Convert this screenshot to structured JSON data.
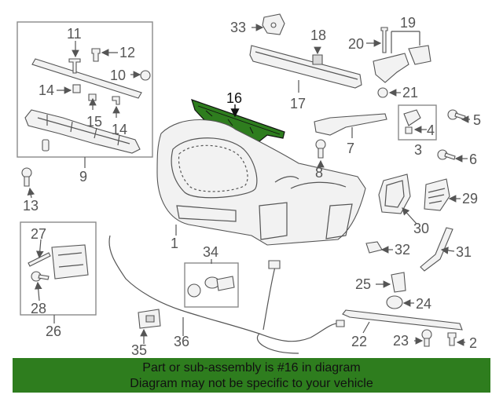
{
  "diagram": {
    "highlighted_part": "16",
    "highlight_color": "#2e7d1e",
    "callouts": {
      "c1": "1",
      "c2": "2",
      "c3": "3",
      "c4": "4",
      "c5": "5",
      "c6": "6",
      "c7": "7",
      "c8": "8",
      "c9": "9",
      "c10": "10",
      "c11": "11",
      "c12": "12",
      "c13": "13",
      "c14a": "14",
      "c14b": "14",
      "c15": "15",
      "c16": "16",
      "c17": "17",
      "c18": "18",
      "c19": "19",
      "c20": "20",
      "c21": "21",
      "c22": "22",
      "c23": "23",
      "c24": "24",
      "c25": "25",
      "c26": "26",
      "c27": "27",
      "c28": "28",
      "c29": "29",
      "c30": "30",
      "c31": "31",
      "c32": "32",
      "c33": "33",
      "c34": "34",
      "c35": "35",
      "c36": "36"
    }
  },
  "banner": {
    "line1": "Part or sub-assembly is #16 in diagram",
    "line2": "Diagram may not be specific to your vehicle",
    "color": "#2e7d1e"
  }
}
